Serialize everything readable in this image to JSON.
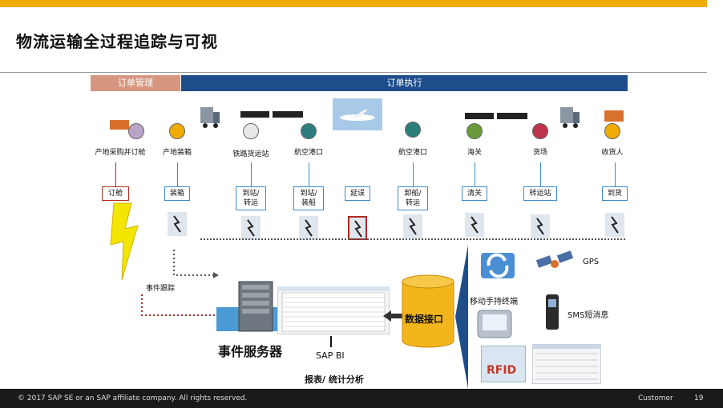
{
  "title": "物流运输全过程追踪与可视",
  "phases": [
    {
      "label": "订单管理",
      "color": "#d79680"
    },
    {
      "label": "订单执行",
      "color": "#1d4e8a"
    }
  ],
  "nodes": [
    {
      "label": "产地采购并订舱",
      "color": "#b9a3c7"
    },
    {
      "label": "产地装箱",
      "color": "#f0ab00"
    },
    {
      "label": "铁路货运站",
      "color": "#e8e8e8"
    },
    {
      "label": "航空港口",
      "color": "#2e7d7d"
    },
    {
      "label": "航空港口",
      "color": "#2e7d7d"
    },
    {
      "label": "海关",
      "color": "#6a9a3b"
    },
    {
      "label": "货场",
      "color": "#c0334a"
    },
    {
      "label": "收货人",
      "color": "#f0ab00"
    }
  ],
  "events": [
    "订舱",
    "装箱",
    "到站/\n转运",
    "到站/\n装船",
    "延误",
    "卸船/\n转运",
    "清关",
    "转运站",
    "到货"
  ],
  "event_tracking_label": "事件跟踪",
  "event_server_label": "事件服务器",
  "sap_bi_label": "SAP BI",
  "report_label": "报表/ 统计分析",
  "data_interface_label": "数据接口",
  "mobile_label": "移动手持终端",
  "gps_label": "GPS",
  "sms_label": "SMS短消息",
  "rfid_label": "RFID",
  "footer": {
    "copyright": "© 2017 SAP SE or an SAP affiliate company. All rights reserved.",
    "audience": "Customer",
    "page": "19"
  }
}
